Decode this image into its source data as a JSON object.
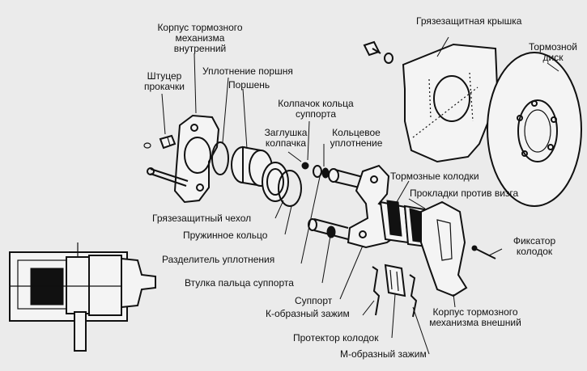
{
  "labels": {
    "inner_body": [
      "Корпус тормозного",
      "механизма",
      "внутренний"
    ],
    "bleeder": [
      "Штуцер",
      "прокачки"
    ],
    "piston_seal": "Уплотнение поршня",
    "piston": "Поршень",
    "pin_cap": [
      "Колпачок кольца",
      "суппорта"
    ],
    "cap_plug": [
      "Заглушка",
      "колпачка"
    ],
    "o_ring": [
      "Кольцевое",
      "уплотнение"
    ],
    "dust_shield": "Грязезащитная крышка",
    "brake_disc": [
      "Тормозной",
      "диск"
    ],
    "brake_pads": "Тормозные колодки",
    "anti_squeal_shims": "Прокладки против визга",
    "dust_boot": "Грязезащитный чехол",
    "spring_ring": "Пружинное кольцо",
    "seal_separator": "Разделитель уплотнения",
    "pin_bushing": "Втулка пальца суппорта",
    "support": "Суппорт",
    "k_clip": "К-образный зажим",
    "pad_protector": "Протектор колодок",
    "m_clip": "М-образный зажим",
    "outer_body": [
      "Корпус тормозного",
      "механизма внешний"
    ],
    "pad_retainer": [
      "Фиксатор",
      "колодок"
    ]
  }
}
